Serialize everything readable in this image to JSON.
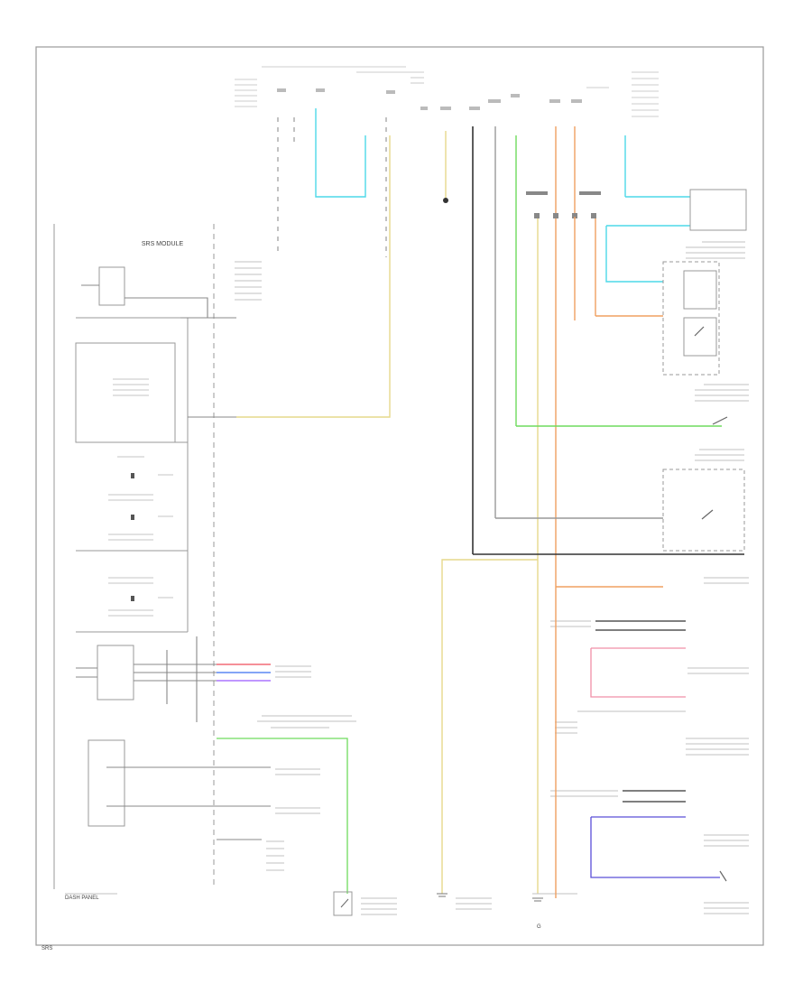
{
  "colors": {
    "ground": "#000000",
    "wire_grey": "#999999",
    "cyan": "#4dd9e8",
    "yellow": "#e6d98c",
    "green": "#6fdc5e",
    "orange": "#f0a060",
    "red": "#ef4c5a",
    "blue_violet": "#5a4fd8",
    "pink": "#f08fa8",
    "blue": "#3b6ff0",
    "violet": "#9b59ff"
  },
  "labels": {
    "module_name": "SRS MODULE",
    "location_note": "DASH PANEL",
    "bottom_left_label": "SRS",
    "bottom_ref": "G"
  }
}
